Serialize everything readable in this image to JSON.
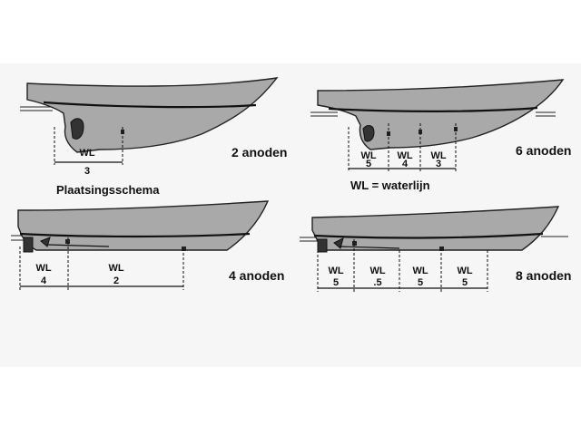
{
  "caption": {
    "left": "Plaatsingsschema",
    "right": "WL = waterlijn"
  },
  "diagrams": [
    {
      "id": "d1",
      "anode_label": "2 anoden",
      "segments": [
        {
          "wl": "WL",
          "num": "3"
        }
      ]
    },
    {
      "id": "d2",
      "anode_label": "6 anoden",
      "segments": [
        {
          "wl": "WL",
          "num": "5"
        },
        {
          "wl": "WL",
          "num": "4"
        },
        {
          "wl": "WL",
          "num": "3"
        }
      ]
    },
    {
      "id": "d3",
      "anode_label": "4 anoden",
      "segments": [
        {
          "wl": "WL",
          "num": "4"
        },
        {
          "wl": "WL",
          "num": "2"
        }
      ]
    },
    {
      "id": "d4",
      "anode_label": "8 anoden",
      "segments": [
        {
          "wl": "WL",
          "num": "5"
        },
        {
          "wl": "WL",
          "num": ".5"
        },
        {
          "wl": "WL",
          "num": "5"
        },
        {
          "wl": "WL",
          "num": "5"
        }
      ]
    }
  ],
  "colors": {
    "hull": "#a9a9a9",
    "line": "#111111",
    "background": "#f6f6f6"
  }
}
